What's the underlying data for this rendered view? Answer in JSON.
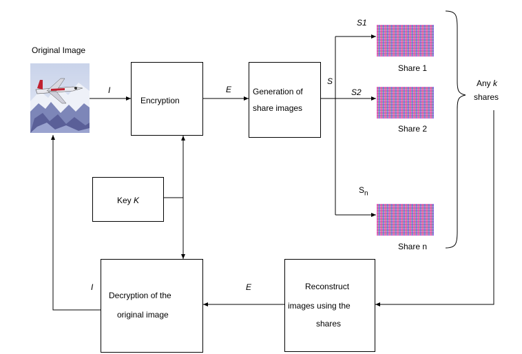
{
  "labels": {
    "original_image": "Original Image",
    "encryption": "Encryption",
    "generation_line1": "Generation of",
    "generation_line2": "share images",
    "key_prefix": "Key ",
    "key_var": "K",
    "decryption_line1": "Decryption of the",
    "decryption_line2": "original image",
    "reconstruct_line1": "Reconstruct",
    "reconstruct_line2": "images using the",
    "reconstruct_line3": "shares",
    "any_prefix": "Any",
    "any_var": "k",
    "any_line2": "shares"
  },
  "edge_labels": {
    "i_top": "I",
    "e_top": "E",
    "s": "S",
    "i_bottom": "I",
    "e_bottom": "E"
  },
  "shares": [
    {
      "signal": "S1",
      "caption": "Share 1"
    },
    {
      "signal": "S2",
      "caption": "Share 2"
    },
    {
      "signal": "S",
      "signal_sub": "n",
      "caption": "Share n"
    }
  ],
  "colors": {
    "line": "#000000",
    "background": "#ffffff"
  },
  "icons": {
    "original_image": "fighter-jet-photo",
    "share_image": "noise-share-image",
    "brace": "right-curly-brace"
  }
}
